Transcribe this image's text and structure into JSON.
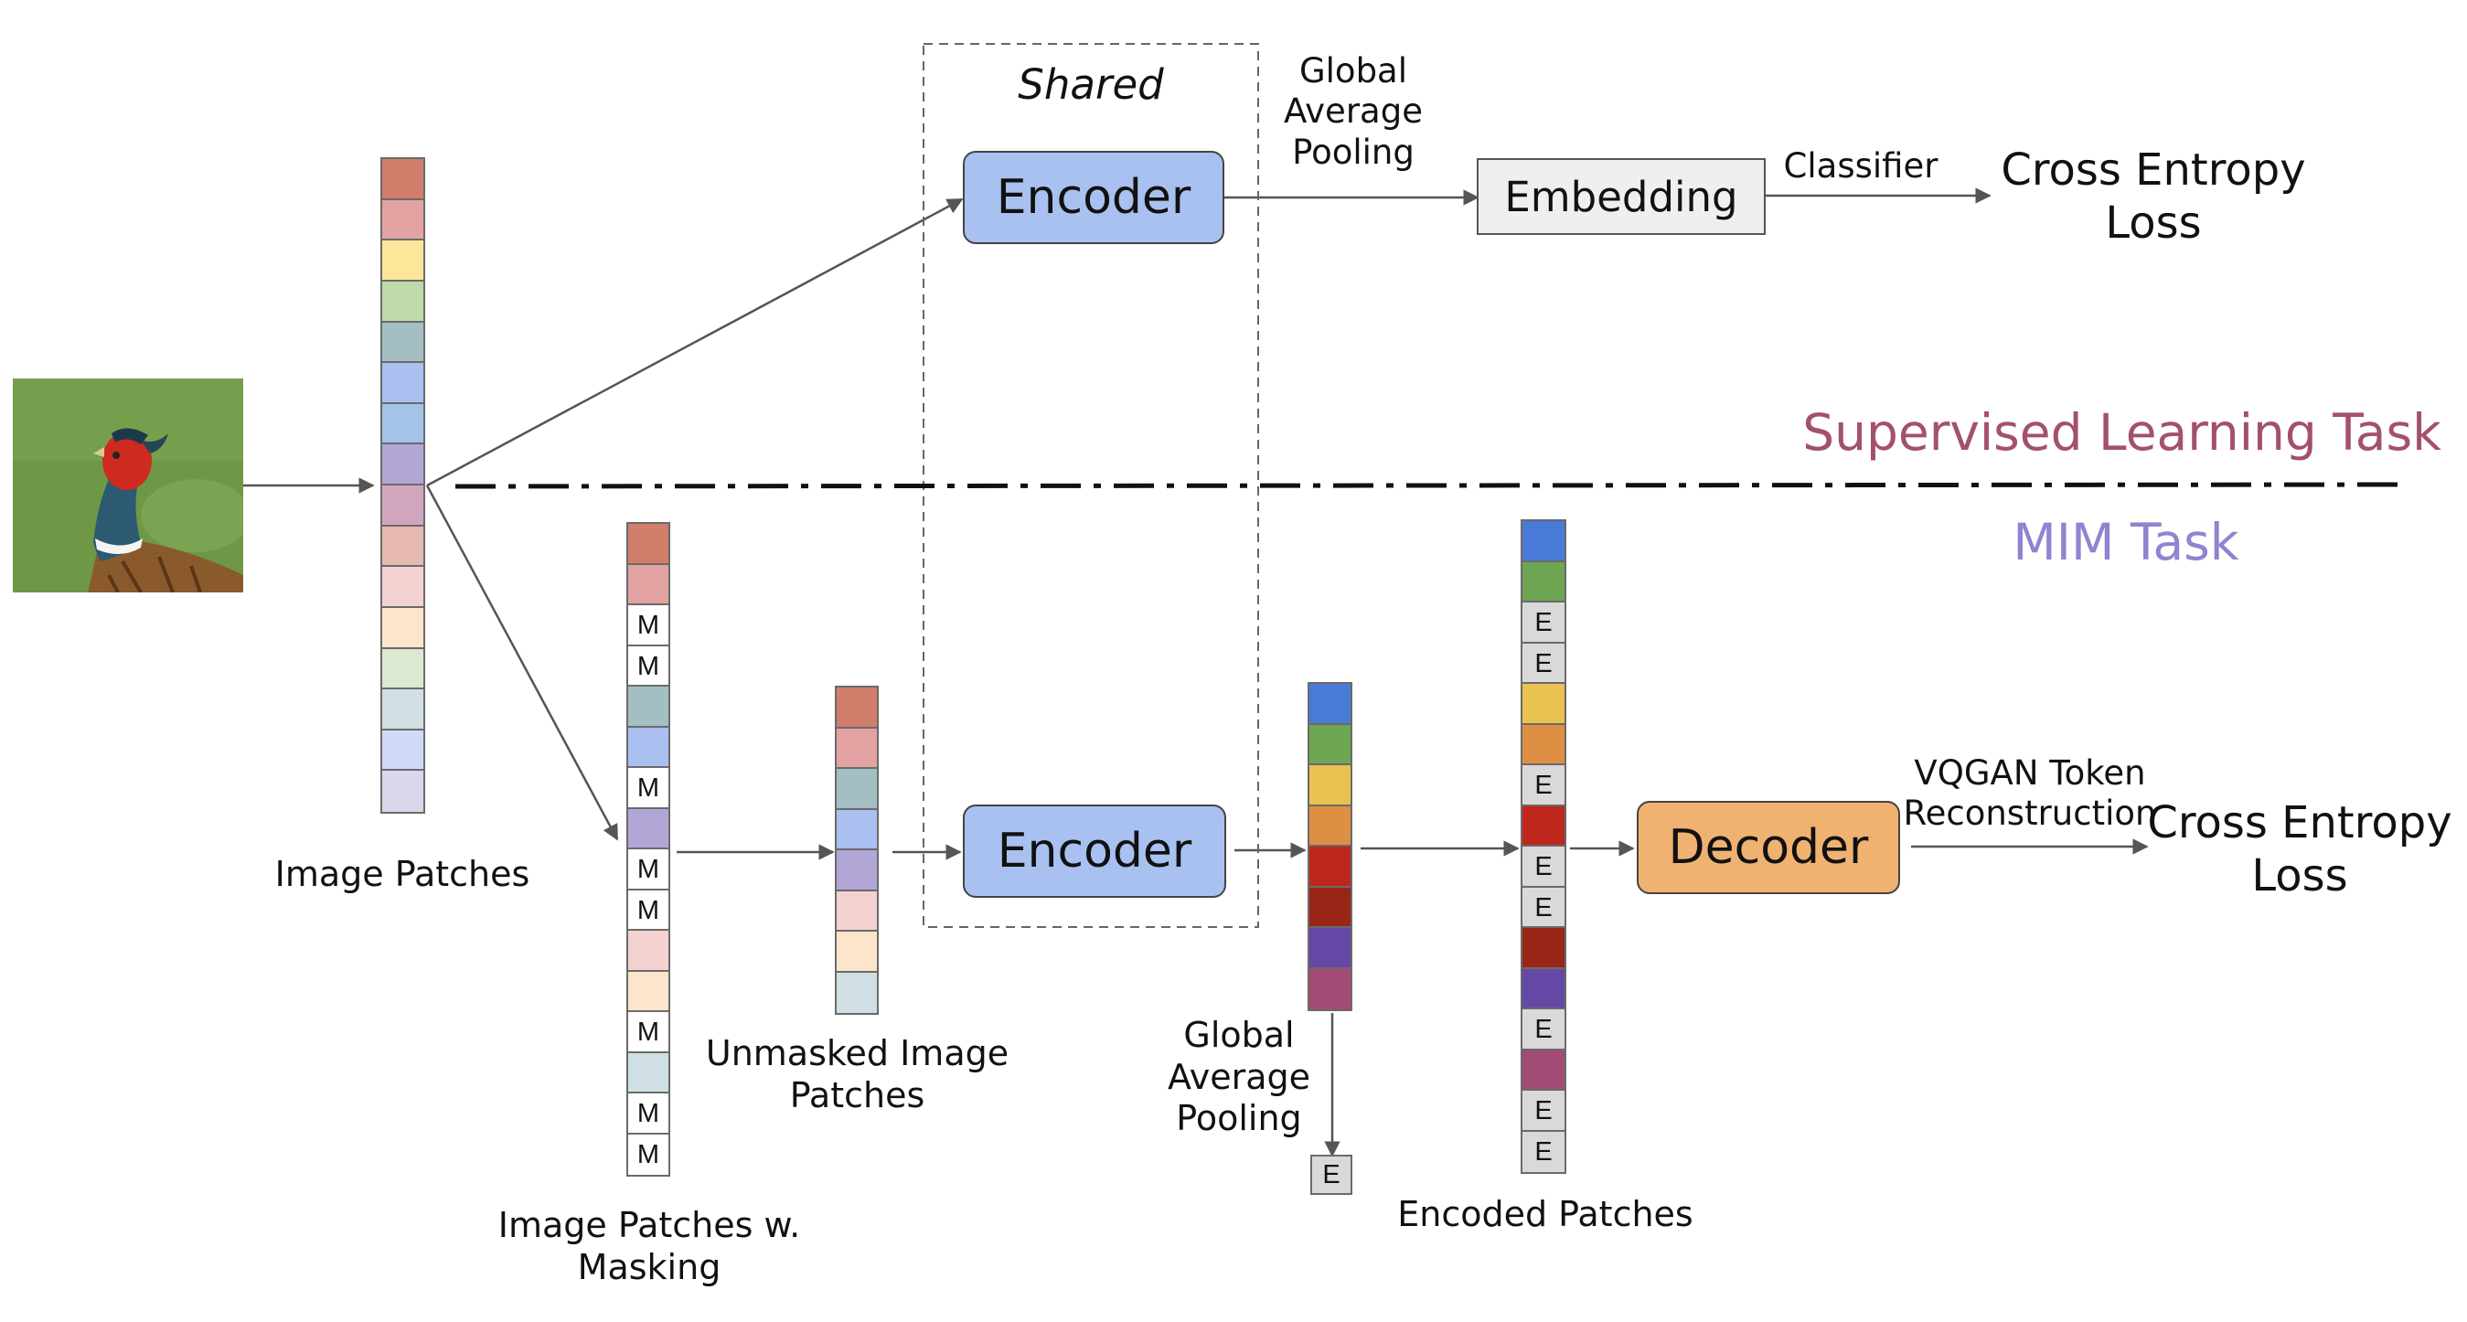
{
  "labels": {
    "shared": "Shared",
    "gap_top": "Global\nAverage\nPooling",
    "classifier": "Classifier",
    "ce_top": "Cross Entropy\nLoss",
    "supervised_task": "Supervised Learning Task",
    "mim_task": "MIM Task",
    "image_patches": "Image Patches",
    "masked_patches": "Image Patches w.\nMasking",
    "unmasked_patches": "Unmasked Image\nPatches",
    "gap_bottom": "Global\nAverage\nPooling",
    "encoded_patches": "Encoded Patches",
    "vqgan": "VQGAN Token\nReconstruction",
    "ce_bottom": "Cross Entropy\nLoss"
  },
  "boxes": {
    "encoder_top": "Encoder",
    "embedding": "Embedding",
    "encoder_bottom": "Encoder",
    "decoder": "Decoder"
  },
  "colors": {
    "encoder": "#a9c1f0",
    "decoder": "#f0b271",
    "embedding": "#efefef",
    "supervised_task": "#a3506e",
    "mim_task": "#8f84cf"
  },
  "stacks": {
    "image_patches": [
      {
        "color": "#d17e6c"
      },
      {
        "color": "#e3a3a3"
      },
      {
        "color": "#fce69a"
      },
      {
        "color": "#bfd9a9"
      },
      {
        "color": "#a4bfc4"
      },
      {
        "color": "#a9c0f1"
      },
      {
        "color": "#a4c3e8"
      },
      {
        "color": "#b2a6d6"
      },
      {
        "color": "#d1a6be"
      },
      {
        "color": "#e6bab1"
      },
      {
        "color": "#f3d2d1"
      },
      {
        "color": "#fde5cc"
      },
      {
        "color": "#dbe8d2"
      },
      {
        "color": "#d0dfe3"
      },
      {
        "color": "#cfdbf6"
      },
      {
        "color": "#dcd6ec"
      }
    ],
    "masked_patches": [
      {
        "color": "#d17e6c"
      },
      {
        "color": "#e3a3a3"
      },
      {
        "color": "#ffffff",
        "text": "M"
      },
      {
        "color": "#ffffff",
        "text": "M"
      },
      {
        "color": "#a4bfc4"
      },
      {
        "color": "#a9c0f1"
      },
      {
        "color": "#ffffff",
        "text": "M"
      },
      {
        "color": "#b2a6d6"
      },
      {
        "color": "#ffffff",
        "text": "M"
      },
      {
        "color": "#ffffff",
        "text": "M"
      },
      {
        "color": "#f3d2d1"
      },
      {
        "color": "#fde5cc"
      },
      {
        "color": "#ffffff",
        "text": "M"
      },
      {
        "color": "#d0dfe3"
      },
      {
        "color": "#ffffff",
        "text": "M"
      },
      {
        "color": "#ffffff",
        "text": "M"
      }
    ],
    "unmasked_patches": [
      {
        "color": "#d17e6c"
      },
      {
        "color": "#e3a3a3"
      },
      {
        "color": "#a4bfc4"
      },
      {
        "color": "#a9c0f1"
      },
      {
        "color": "#b2a6d6"
      },
      {
        "color": "#f3d2d1"
      },
      {
        "color": "#fde5cc"
      },
      {
        "color": "#d0dfe3"
      }
    ],
    "encoder_output": [
      {
        "color": "#4a7ad8"
      },
      {
        "color": "#6ea653"
      },
      {
        "color": "#eac251"
      },
      {
        "color": "#de8f43"
      },
      {
        "color": "#c0271c"
      },
      {
        "color": "#992517"
      },
      {
        "color": "#6547a6"
      },
      {
        "color": "#a24b74"
      }
    ],
    "gap_token": [
      {
        "color": "#d9d9d9",
        "text": "E"
      }
    ],
    "encoded_patches": [
      {
        "color": "#4a7ad8"
      },
      {
        "color": "#6ea653"
      },
      {
        "color": "#d9d9d9",
        "text": "E"
      },
      {
        "color": "#d9d9d9",
        "text": "E"
      },
      {
        "color": "#eac251"
      },
      {
        "color": "#de8f43"
      },
      {
        "color": "#d9d9d9",
        "text": "E"
      },
      {
        "color": "#c0271c"
      },
      {
        "color": "#d9d9d9",
        "text": "E"
      },
      {
        "color": "#d9d9d9",
        "text": "E"
      },
      {
        "color": "#992517"
      },
      {
        "color": "#6547a6"
      },
      {
        "color": "#d9d9d9",
        "text": "E"
      },
      {
        "color": "#a24b74"
      },
      {
        "color": "#d9d9d9",
        "text": "E"
      },
      {
        "color": "#d9d9d9",
        "text": "E"
      }
    ]
  }
}
